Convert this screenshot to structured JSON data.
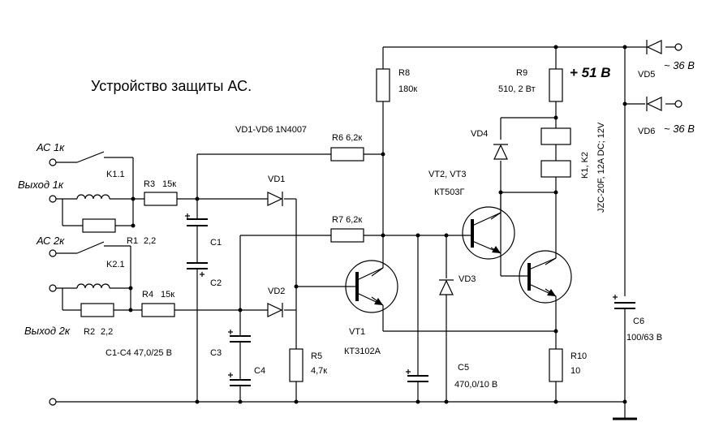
{
  "title": "Устройство защиты АС.",
  "labels": {
    "ac1": "АС 1к",
    "out1": "Выход 1к",
    "ac2": "АС 2к",
    "out2": "Выход 2к",
    "k11": "K1.1",
    "k21": "K2.1",
    "r1": "R1",
    "r1v": "2,2",
    "r2": "R2",
    "r2v": "2,2",
    "r3": "R3",
    "r3v": "15к",
    "r4": "R4",
    "r4v": "15к",
    "c1": "C1",
    "c2": "C2",
    "c3": "C3",
    "c4": "C4",
    "c1c4": "C1-C4  47,0/25 В",
    "vd1vd6": "VD1-VD6  1N4007",
    "r6": "R6  6,2к",
    "r7": "R7  6,2к",
    "vd1": "VD1",
    "vd2": "VD2",
    "r5": "R5",
    "r5v": "4,7к",
    "vt1": "VT1",
    "vt1t": "КТ3102А",
    "r8": "R8",
    "r8v": "180к",
    "vd3": "VD3",
    "c5": "C5",
    "c5v": "470,0/10 В",
    "vd4": "VD4",
    "vt23": "VT2, VT3",
    "vt23t": "КТ503Г",
    "r9": "R9",
    "r9v": "510, 2 Вт",
    "plus51": "+ 51 В",
    "k1k2": "K1, K2",
    "relay": "JZC-20F, 12A DC; 12V",
    "vd5": "VD5",
    "vd6": "VD6",
    "ac36a": "~ 36 В",
    "ac36b": "~ 36 В",
    "r10": "R10",
    "r10v": "10",
    "c6": "C6",
    "c6v": "100/63 В"
  }
}
